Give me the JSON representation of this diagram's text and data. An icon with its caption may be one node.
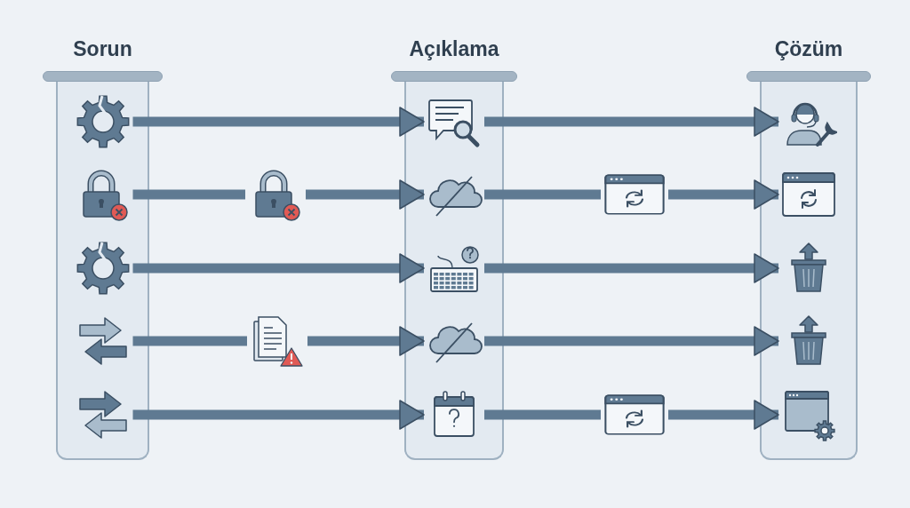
{
  "diagram": {
    "nodes": [
      {
        "text": [
          "Sorun"
        ]
      },
      {
        "text": [],
        "shape": "picture",
        "in": 0
      },
      {
        "text": [],
        "shape": "picture",
        "in": 0
      },
      {
        "text": [],
        "shape": "picture",
        "in": 0
      },
      {
        "text": [],
        "shape": "picture",
        "in": 0
      },
      {
        "text": [],
        "shape": "picture",
        "in": 0
      },
      {
        "text": [
          "Açıklama"
        ]
      },
      {
        "text": [],
        "shape": "picture",
        "in": 6
      },
      {
        "text": [],
        "shape": "cloud",
        "in": 6
      },
      {
        "text": [],
        "shape": "picture",
        "in": 6
      },
      {
        "text": [],
        "shape": "cloud",
        "in": 6
      },
      {
        "text": [],
        "shape": "picture",
        "in": 6
      },
      {
        "text": [
          "Çözüm"
        ]
      },
      {
        "text": [],
        "shape": "picture",
        "in": 12
      },
      {
        "text": [],
        "shape": "picture",
        "in": 12
      },
      {
        "text": [],
        "shape": "picture",
        "in": 12
      },
      {
        "text": [],
        "shape": "picture",
        "in": 12
      },
      {
        "text": [],
        "shape": "picture",
        "in": 12
      },
      {
        "text": [],
        "shape": "picture"
      },
      {
        "text": [],
        "shape": "picture"
      },
      {
        "text": [],
        "shape": "picture"
      },
      {
        "text": [],
        "shape": "picture"
      }
    ],
    "edges": [
      {
        "from": 1,
        "to": 7,
        "arrow": "to"
      },
      {
        "from": 7,
        "to": 13,
        "arrow": "to"
      },
      {
        "from": 2,
        "to": 18,
        "arrow": "none"
      },
      {
        "from": 18,
        "to": 8,
        "arrow": "to"
      },
      {
        "from": 8,
        "to": 20,
        "arrow": "none"
      },
      {
        "from": 20,
        "to": 14,
        "arrow": "to"
      },
      {
        "from": 3,
        "to": 9,
        "arrow": "to"
      },
      {
        "from": 9,
        "to": 15,
        "arrow": "to"
      },
      {
        "from": 4,
        "to": 19,
        "arrow": "none"
      },
      {
        "from": 19,
        "to": 10,
        "arrow": "to"
      },
      {
        "from": 10,
        "to": 16,
        "arrow": "to"
      },
      {
        "from": 5,
        "to": 11,
        "arrow": "to"
      },
      {
        "from": 11,
        "to": 21,
        "arrow": "none"
      },
      {
        "from": 21,
        "to": 17,
        "arrow": "to"
      }
    ]
  }
}
